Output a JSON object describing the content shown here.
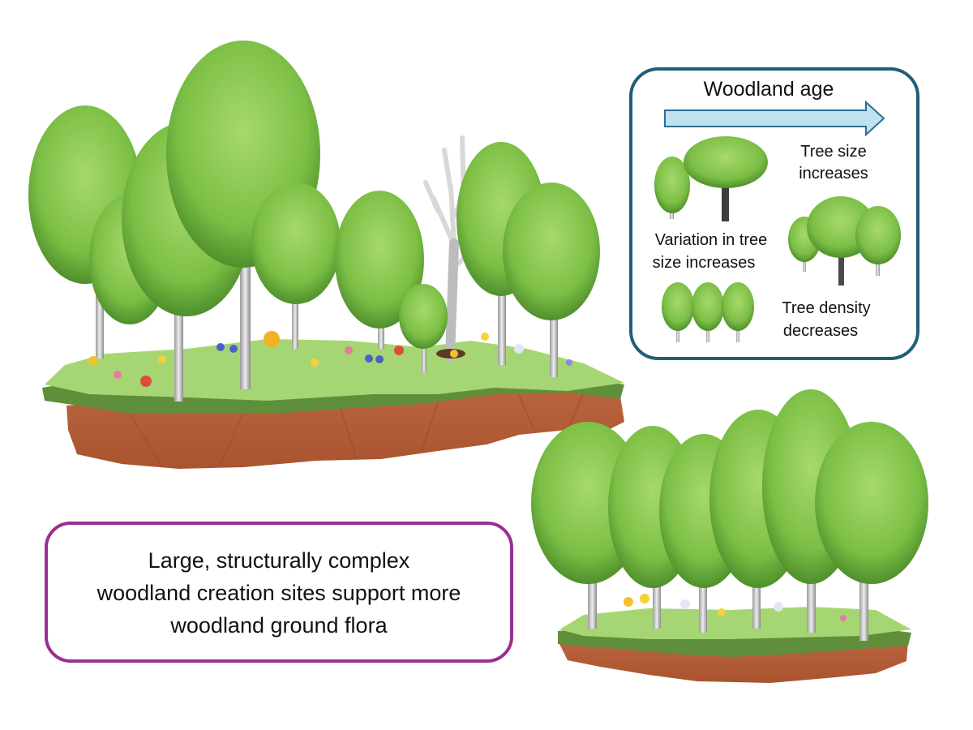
{
  "legend": {
    "title": "Woodland age",
    "size_line1": "Tree size",
    "size_line2": "increases",
    "variation_line1": "Variation in tree",
    "variation_line2": "size increases",
    "density_line1": "Tree density",
    "density_line2": "decreases",
    "border_color": "#1f5f7a",
    "arrow_color": "#bfe2f0"
  },
  "message": {
    "line1": "Large, structurally complex",
    "line2": "woodland creation sites support more",
    "line3": "woodland ground flora",
    "border_color": "#9a2f8f"
  },
  "palette": {
    "foliage": "#7cbf45",
    "foliage_dark": "#4f8f2c",
    "trunk": "#c9c9c9",
    "grass": "#9fd46f",
    "soil": "#c06a45"
  }
}
